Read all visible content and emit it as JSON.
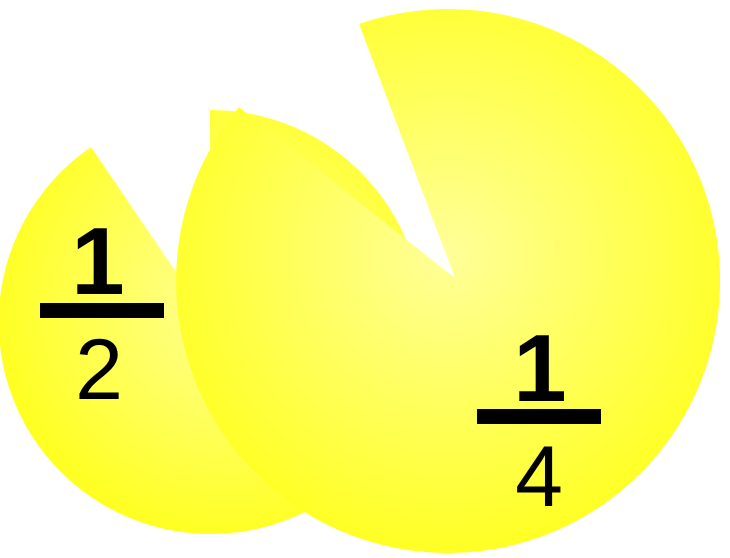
{
  "colors": {
    "pie_center": "#ffff99",
    "pie_edge": "#ffff1a",
    "text": "#000000",
    "background": "#ffffff"
  },
  "fractions": [
    {
      "numerator": "1",
      "denominator": "2"
    },
    {
      "numerator": "1",
      "denominator": "4"
    }
  ]
}
